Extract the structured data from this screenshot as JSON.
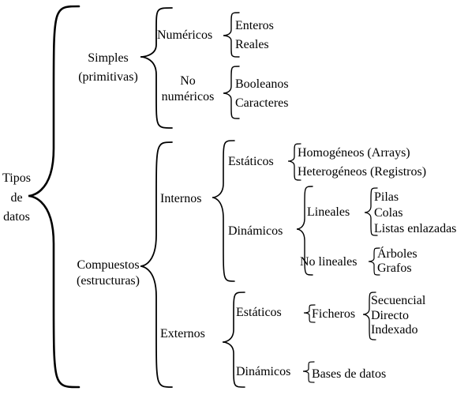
{
  "diagram": {
    "root": [
      "Tipos",
      "de",
      "datos"
    ],
    "simples": [
      "Simples",
      "(primitivas)"
    ],
    "numericos": "Numéricos",
    "enteros": "Enteros",
    "reales": "Reales",
    "no_numericos": [
      "No",
      "numéricos"
    ],
    "booleanos": "Booleanos",
    "caracteres": "Caracteres",
    "compuestos": [
      "Compuestos",
      "(estructuras)"
    ],
    "internos": "Internos",
    "int_estaticos": "Estáticos",
    "homogeneos": "Homogéneos (Arrays)",
    "heterogeneos": "Heterogéneos (Registros)",
    "int_dinamicos": "Dinámicos",
    "lineales": "Lineales",
    "pilas": "Pilas",
    "colas": "Colas",
    "listas": "Listas enlazadas",
    "no_lineales": "No lineales",
    "arboles": "Árboles",
    "grafos": "Grafos",
    "externos": "Externos",
    "ext_estaticos": "Estáticos",
    "ficheros": "Ficheros",
    "secuencial": "Secuencial",
    "directo": "Directo",
    "indexado": "Indexado",
    "ext_dinamicos": "Dinámicos",
    "bases_datos": "Bases de datos"
  }
}
